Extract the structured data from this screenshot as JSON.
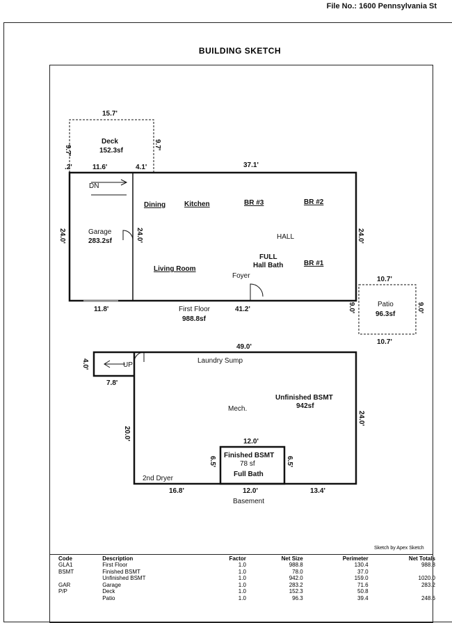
{
  "header": {
    "file_no": "File No.: 1600 Pennsylvania St"
  },
  "title": "BUILDING SKETCH",
  "sketch": {
    "deck": {
      "name": "Deck",
      "area": "152.3sf",
      "top": "15.7'",
      "left": "9.7'",
      "right": "9.7'",
      "b1": ".2'",
      "b2": "11.6'",
      "b3": "4.1'"
    },
    "first_floor": {
      "top": "37.1'",
      "right": "24.0'",
      "left": "24.0'",
      "inner": "24.0'",
      "bottom_left": "11.8'",
      "bottom": "41.2'",
      "name": "First Floor",
      "area": "988.8sf"
    },
    "garage": {
      "name": "Garage",
      "area": "283.2sf",
      "stairs": "DN"
    },
    "rooms": [
      "Dining",
      "Kitchen",
      "BR #3",
      "BR #2",
      "HALL",
      "FULL",
      "Hall Bath",
      "BR #1",
      "Living Room",
      "Foyer"
    ],
    "patio": {
      "name": "Patio",
      "area": "96.3sf",
      "top": "10.7'",
      "bottom": "10.7'",
      "left": "9.0'",
      "right": "9.0'"
    },
    "basement": {
      "top": "49.0'",
      "up": "UP",
      "up_side": "4.0'",
      "up_bottom": "7.8'",
      "left": "20.0'",
      "right": "24.0'",
      "laundry": "Laundry Sump",
      "unfinished": "Unfinished BSMT",
      "unfinished_area": "942sf",
      "mech": "Mech.",
      "fin_top": "12.0'",
      "fin_name": "Finished BSMT",
      "fin_area": "78 sf",
      "fin_bath": "Full Bath",
      "fin_left": "6.5'",
      "fin_right": "6.5'",
      "fin_bottom": "12.0'",
      "dryer": "2nd Dryer",
      "bottom_left": "16.8'",
      "bottom_right": "13.4'",
      "name": "Basement"
    }
  },
  "credit": "Sketch by Apex Sketch",
  "table": {
    "headers": [
      "Code",
      "Description",
      "Factor",
      "Net Size",
      "Perimeter",
      "Net Totals"
    ],
    "rows": [
      [
        "GLA1",
        "First Floor",
        "1.0",
        "988.8",
        "130.4",
        "988.8"
      ],
      [
        "BSMT",
        "Finished BSMT",
        "1.0",
        "78.0",
        "37.0",
        ""
      ],
      [
        "",
        "Unfinished BSMT",
        "1.0",
        "942.0",
        "159.0",
        "1020.0"
      ],
      [
        "GAR",
        "Garage",
        "1.0",
        "283.2",
        "71.6",
        "283.2"
      ],
      [
        "P/P",
        "Deck",
        "1.0",
        "152.3",
        "50.8",
        ""
      ],
      [
        "",
        "Patio",
        "1.0",
        "96.3",
        "39.4",
        "248.6"
      ]
    ]
  }
}
